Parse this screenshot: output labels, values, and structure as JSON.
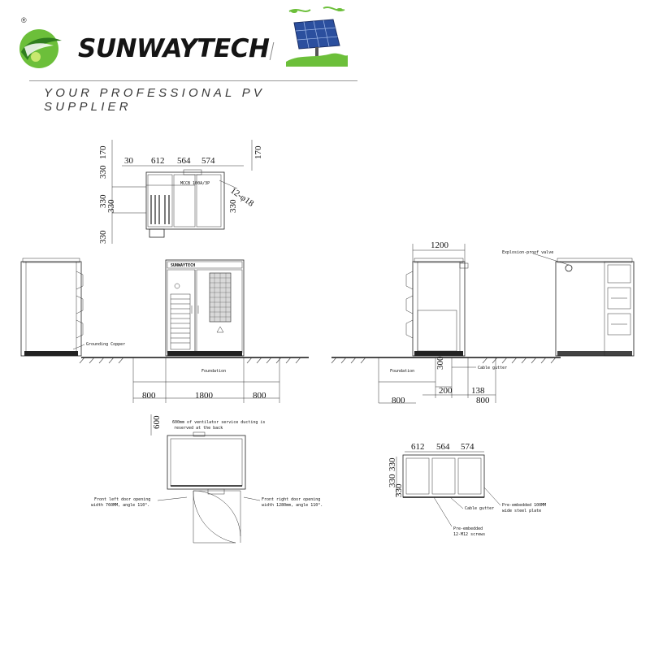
{
  "header": {
    "brand_name": "SUNWAYTECH",
    "registered_mark": "®",
    "tagline": "YOUR PROFESSIONAL PV SUPPLIER",
    "logo_icon": "green-globe-swoosh-icon",
    "solar_icon": "solar-panel-icon"
  },
  "top_view": {
    "dims_top": [
      "30",
      "612",
      "564",
      "574"
    ],
    "dims_left": [
      "330",
      "330",
      "330",
      "330"
    ],
    "dims_170_left": "170",
    "dims_170_right": "170",
    "dim_330_inner": "330",
    "holes": "12-φ18",
    "tiny_label": "MCCB 100A/3P"
  },
  "front_view": {
    "brand_plate": "SUNWAYTECH",
    "grounding_label": "Grounding Copper",
    "foundation_label": "Foundation",
    "dim_left": "800",
    "dim_center": "1800",
    "dim_right": "800"
  },
  "side_view": {
    "dim_width": "1200",
    "valve_label": "Explosion-proof valve",
    "foundation_label": "Foundation",
    "cable_gutter_label": "Cable gutter",
    "dim_300": "300",
    "dim_200": "200",
    "dim_138": "138",
    "dim_800_right": "800",
    "dim_800_left": "800"
  },
  "plan_view": {
    "dim_600": "600",
    "service_note_1": "600mm of ventilator service ducting is",
    "service_note_2": "reserved at the back",
    "left_door_1": "Front left door opening",
    "left_door_2": "width 760MM, angle 110°.",
    "right_door_1": "Front right door opening",
    "right_door_2": "width 1280mm, angle 110°."
  },
  "base_view": {
    "dims_top": [
      "612",
      "564",
      "574"
    ],
    "dims_left": [
      "330",
      "330",
      "330"
    ],
    "cable_gutter_label": "Cable gutter",
    "steel_plate_1": "Pre-embedded 100MM",
    "steel_plate_2": "wide steel plate",
    "screws_1": "Pre-embedded",
    "screws_2": "12-M12 screws"
  }
}
